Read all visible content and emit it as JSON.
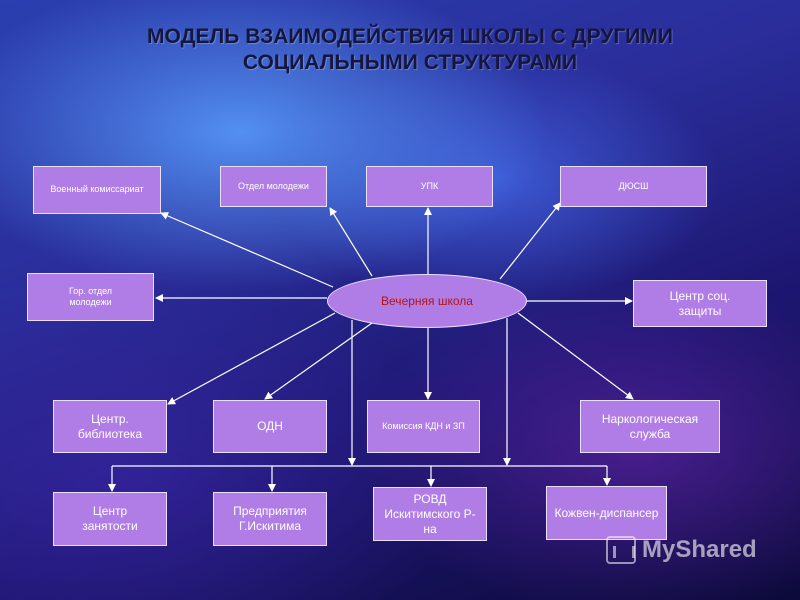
{
  "title": {
    "line1": "МОДЕЛЬ ВЗАИМОДЕЙСТВИЯ ШКОЛЫ С ДРУГИМИ",
    "line2": "СОЦИАЛЬНЫМИ СТРУКТУРАМИ"
  },
  "center": "Вечерняя школа",
  "nodes": {
    "military": "Военный комиссариат",
    "youth_dept": "Отдел молодежи",
    "upk": "УПК",
    "dyussh": "ДЮСШ",
    "city_youth": "Гор. отдел молодежи",
    "social_center": "Центр соц. защиты",
    "library": "Центр. библиотека",
    "odn": "ОДН",
    "kdn": "Комиссия КДН и ЗП",
    "narco": "Наркологическая служба",
    "employment": "Центр занятости",
    "enterprises": "Предприятия Г.Искитима",
    "rovd": "РОВД Искитимского Р-на",
    "kozhven": "Кожвен-диспансер"
  },
  "watermark": "MyShared"
}
